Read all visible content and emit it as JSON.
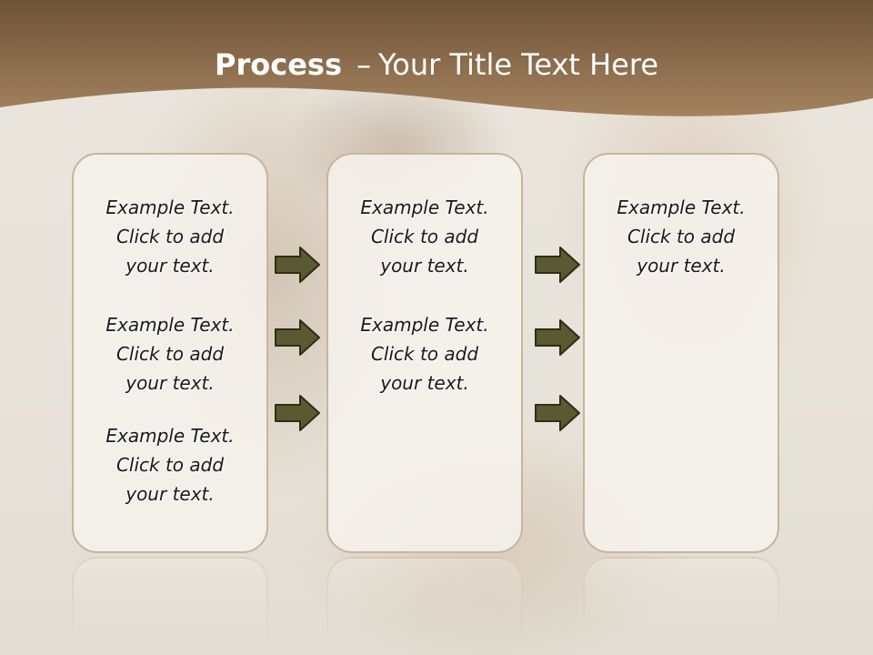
{
  "slide": {
    "title_bold": "Process",
    "title_sep": "–",
    "title_rest": "Your Title Text Here"
  },
  "colors": {
    "header_band": "#8a6c4c",
    "box_border": "#c9b597",
    "box_fill": "#f3efe9",
    "arrow_fill": "#5a5a32",
    "arrow_stroke": "#2e2e12"
  },
  "columns": [
    {
      "items": [
        {
          "line1": "Example Text.",
          "line2": "Click  to add",
          "line3": "your text."
        },
        {
          "line1": "Example Text.",
          "line2": "Click  to add",
          "line3": "your text."
        },
        {
          "line1": "Example Text.",
          "line2": "Click  to add",
          "line3": "your text."
        }
      ]
    },
    {
      "items": [
        {
          "line1": "Example Text.",
          "line2": "Click  to add",
          "line3": "your text."
        },
        {
          "line1": "Example Text.",
          "line2": "Click  to add",
          "line3": "your text."
        }
      ]
    },
    {
      "items": [
        {
          "line1": "Example Text.",
          "line2": "Click  to add",
          "line3": "your text."
        }
      ]
    }
  ],
  "arrow_icon": "right-arrow-icon"
}
